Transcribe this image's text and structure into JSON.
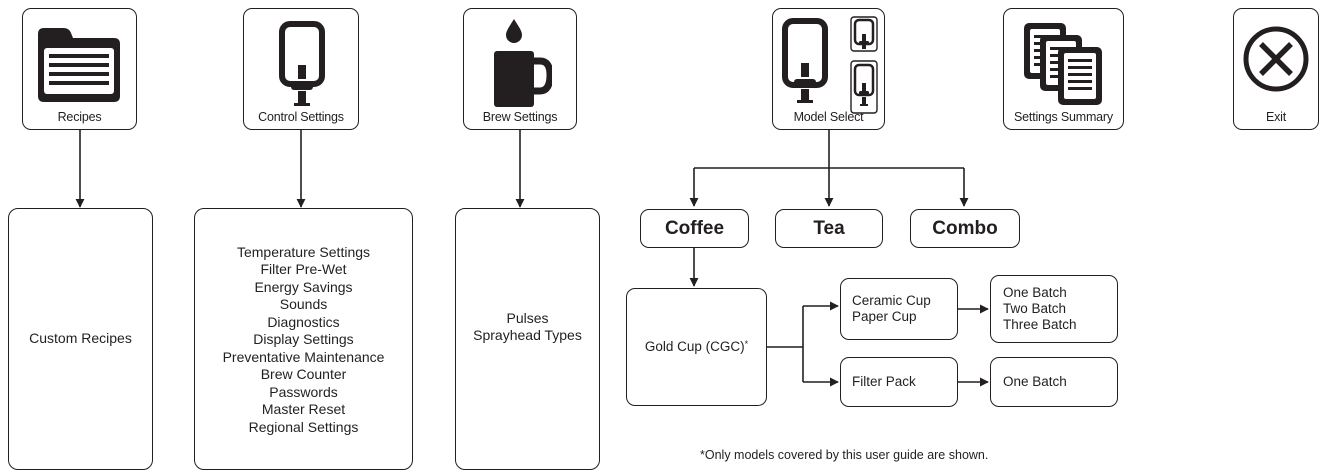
{
  "top_menu": {
    "recipes_label": "Recipes",
    "control_settings_label": "Control Settings",
    "brew_settings_label": "Brew Settings",
    "model_select_label": "Model Select",
    "settings_summary_label": "Settings Summary",
    "exit_label": "Exit"
  },
  "recipes_panel": {
    "items": [
      "Custom Recipes"
    ]
  },
  "control_settings_panel": {
    "items": [
      "Temperature Settings",
      "Filter Pre-Wet",
      "Energy Savings",
      "Sounds",
      "Diagnostics",
      "Display Settings",
      "Preventative Maintenance",
      "Brew Counter",
      "Passwords",
      "Master Reset",
      "Regional Settings"
    ]
  },
  "brew_settings_panel": {
    "items": [
      "Pulses",
      "Sprayhead Types"
    ]
  },
  "model_types": {
    "coffee": "Coffee",
    "tea": "Tea",
    "combo": "Combo"
  },
  "gold_cup": {
    "label": "Gold Cup (CGC)",
    "marker": "*"
  },
  "cup_options": {
    "ceramic": "Ceramic Cup",
    "paper": "Paper Cup",
    "filter_pack": "Filter Pack"
  },
  "batch_options": {
    "cup_batches": [
      "One Batch",
      "Two Batch",
      "Three Batch"
    ],
    "filter_pack_batches": [
      "One Batch"
    ]
  },
  "footnote": "*Only models covered by this user guide are shown."
}
